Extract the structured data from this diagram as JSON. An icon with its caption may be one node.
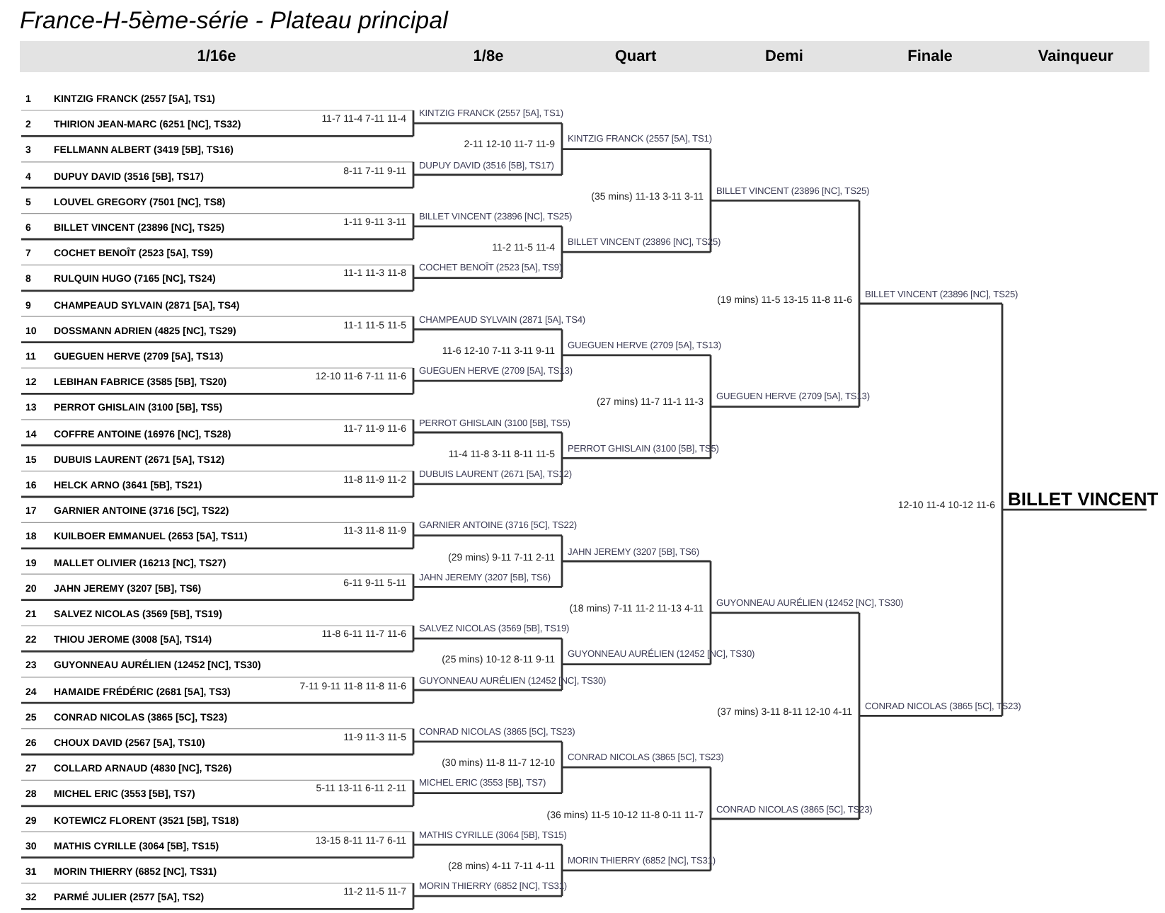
{
  "diagram": {
    "title": "France-H-5ème-série - Plateau principal",
    "labels": [
      "1/16e",
      "1/8e",
      "Quart",
      "Demi",
      "Finale",
      "Vainqueur",
      "1",
      "KINTZIG FRANCK (2557 [5A], TS1)",
      "2",
      "THIRION JEAN-MARC (6251 [NC], TS32)",
      "3",
      "FELLMANN ALBERT (3419 [5B], TS16)",
      "4",
      "DUPUY DAVID (3516 [5B], TS17)",
      "5",
      "LOUVEL GREGORY (7501 [NC], TS8)",
      "6",
      "BILLET VINCENT (23896 [NC], TS25)",
      "7",
      "COCHET BENOÎT (2523 [5A], TS9)",
      "8",
      "RULQUIN HUGO (7165 [NC], TS24)",
      "9",
      "CHAMPEAUD SYLVAIN (2871 [5A], TS4)",
      "10",
      "DOSSMANN ADRIEN (4825 [NC], TS29)",
      "11",
      "GUEGUEN HERVE (2709 [5A], TS13)",
      "12",
      "LEBIHAN FABRICE (3585 [5B], TS20)",
      "13",
      "PERROT GHISLAIN (3100 [5B], TS5)",
      "14",
      "COFFRE ANTOINE (16976 [NC], TS28)",
      "15",
      "DUBUIS LAURENT (2671 [5A], TS12)",
      "16",
      "HELCK ARNO (3641 [5B], TS21)",
      "17",
      "GARNIER ANTOINE (3716 [5C], TS22)",
      "18",
      "KUILBOER EMMANUEL (2653 [5A], TS11)",
      "19",
      "MALLET OLIVIER (16213 [NC], TS27)",
      "20",
      "JAHN JEREMY (3207 [5B], TS6)",
      "21",
      "SALVEZ NICOLAS (3569 [5B], TS19)",
      "22",
      "THIOU JEROME (3008 [5A], TS14)",
      "23",
      "GUYONNEAU AURÉLIEN (12452 [NC], TS30)",
      "24",
      "HAMAIDE FRÉDÉRIC (2681 [5A], TS3)",
      "25",
      "CONRAD NICOLAS (3865 [5C], TS23)",
      "26",
      "CHOUX DAVID (2567 [5A], TS10)",
      "27",
      "COLLARD ARNAUD (4830 [NC], TS26)",
      "28",
      "MICHEL ERIC (3553 [5B], TS7)",
      "29",
      "KOTEWICZ FLORENT (3521 [5B], TS18)",
      "30",
      "MATHIS CYRILLE (3064 [5B], TS15)",
      "31",
      "MORIN THIERRY (6852 [NC], TS31)",
      "32",
      "PARMÉ JULIER (2577 [5A], TS2)",
      "11-7 11-4 7-11 11-4",
      "KINTZIG FRANCK (2557 [5A], TS1)",
      "8-11 7-11 9-11",
      "DUPUY DAVID (3516 [5B], TS17)",
      "1-11 9-11 3-11",
      "BILLET VINCENT (23896 [NC], TS25)",
      "11-1 11-3 11-8",
      "COCHET BENOÎT (2523 [5A], TS9)",
      "11-1 11-5 11-5",
      "CHAMPEAUD SYLVAIN (2871 [5A], TS4)",
      "12-10 11-6 7-11 11-6",
      "GUEGUEN HERVE (2709 [5A], TS13)",
      "11-7 11-9 11-6",
      "PERROT GHISLAIN (3100 [5B], TS5)",
      "11-8 11-9 11-2",
      "DUBUIS LAURENT (2671 [5A], TS12)",
      "11-3 11-8 11-9",
      "GARNIER ANTOINE (3716 [5C], TS22)",
      "6-11 9-11 5-11",
      "JAHN JEREMY (3207 [5B], TS6)",
      "11-8 6-11 11-7 11-6",
      "SALVEZ NICOLAS (3569 [5B], TS19)",
      "7-11 9-11 11-8 11-8 11-6",
      "GUYONNEAU AURÉLIEN (12452 [NC], TS30)",
      "11-9 11-3 11-5",
      "CONRAD NICOLAS (3865 [5C], TS23)",
      "5-11 13-11 6-11 2-11",
      "MICHEL ERIC (3553 [5B], TS7)",
      "13-15 8-11 11-7 6-11",
      "MATHIS CYRILLE (3064 [5B], TS15)",
      "11-2 11-5 11-7",
      "MORIN THIERRY (6852 [NC], TS31)",
      "2-11 12-10 11-7 11-9",
      "KINTZIG FRANCK (2557 [5A], TS1)",
      "11-2 11-5 11-4",
      "BILLET VINCENT (23896 [NC], TS25)",
      "11-6 12-10 7-11 3-11 9-11",
      "GUEGUEN HERVE (2709 [5A], TS13)",
      "11-4 11-8 3-11 8-11 11-5",
      "PERROT GHISLAIN (3100 [5B], TS5)",
      "(29 mins) 9-11 7-11 2-11",
      "JAHN JEREMY (3207 [5B], TS6)",
      "(25 mins) 10-12 8-11 9-11",
      "GUYONNEAU AURÉLIEN (12452 [NC], TS30)",
      "(30 mins) 11-8 11-7 12-10",
      "CONRAD NICOLAS (3865 [5C], TS23)",
      "(28 mins) 4-11 7-11 4-11",
      "MORIN THIERRY (6852 [NC], TS31)",
      "(35 mins) 11-13 3-11 3-11",
      "BILLET VINCENT (23896 [NC], TS25)",
      "(27 mins) 11-7 11-1 11-3",
      "GUEGUEN HERVE (2709 [5A], TS13)",
      "(18 mins) 7-11 11-2 11-13 4-11",
      "GUYONNEAU AURÉLIEN (12452 [NC], TS30)",
      "(36 mins) 11-5 10-12 11-8 0-11 11-7",
      "CONRAD NICOLAS (3865 [5C], TS23)",
      "(19 mins) 11-5 13-15 11-8 11-6",
      "BILLET VINCENT (23896 [NC], TS25)",
      "(37 mins) 3-11 8-11 12-10 4-11",
      "CONRAD NICOLAS (3865 [5C], TS23)",
      "12-10 11-4 10-12 11-6",
      "BILLET VINCENT"
    ]
  }
}
